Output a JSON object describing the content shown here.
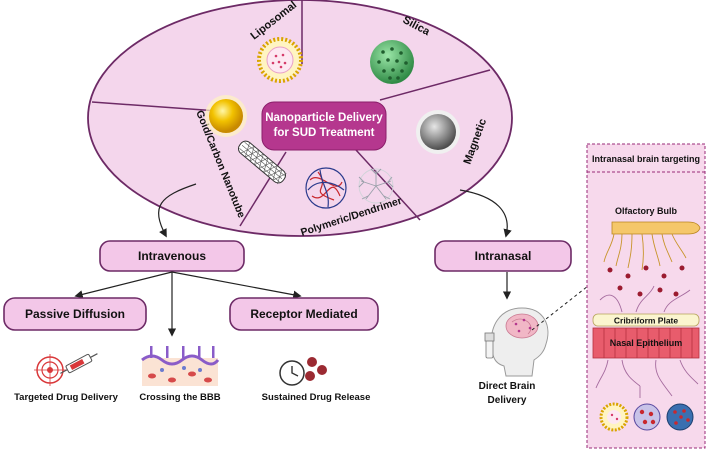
{
  "center_title": [
    "Nanoparticle Delivery",
    "for SUD Treatment"
  ],
  "segments": {
    "liposomal": "Liposomal",
    "silica": "Silica",
    "magnetic": "Magnetic",
    "polymeric": "Polymeric/Dendrimer",
    "gold_carbon": "Gold/Carbon Nanotube"
  },
  "routes": {
    "intravenous": "Intravenous",
    "intranasal": "Intranasal",
    "passive": "Passive Diffusion",
    "receptor": "Receptor Mediated"
  },
  "outcomes": {
    "targeted": "Targeted Drug Delivery",
    "bbb": "Crossing the BBB",
    "sustained": "Sustained Drug Release",
    "direct_brain": [
      "Direct Brain",
      "Delivery"
    ]
  },
  "panel": {
    "title": "Intranasal brain targeting",
    "olfactory": "Olfactory Bulb",
    "cribriform": "Cribriform Plate",
    "nasal": "Nasal Epithelium"
  },
  "colors": {
    "ellipse_fill": "#f4d6ec",
    "ellipse_stroke": "#6d2a66",
    "center_fill": "#b5378e",
    "box_fill": "#f3c7e8",
    "panel_fill": "#f7d9ec",
    "silica": "#3fa95b",
    "gold": "#f2c200",
    "magnetic": "#8c8c8c",
    "epithelium": "#e85c6c"
  }
}
